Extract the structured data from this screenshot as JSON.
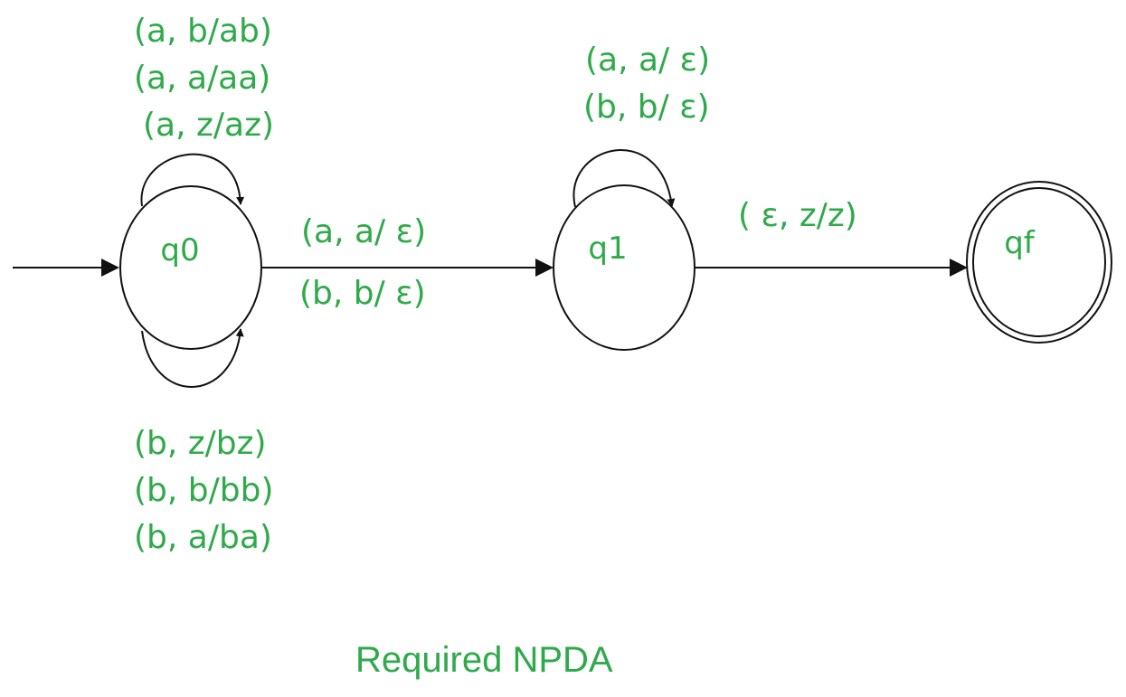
{
  "colors": {
    "label": "#2eaa4a",
    "stroke": "#111111",
    "background": "#ffffff"
  },
  "states": {
    "q0": {
      "name": "q0",
      "initial": true,
      "final": false
    },
    "q1": {
      "name": "q1",
      "initial": false,
      "final": false
    },
    "qf": {
      "name": "qf",
      "initial": false,
      "final": true
    }
  },
  "transitions": {
    "q0_loop_top": [
      "(a, b/ab)",
      "(a, a/aa)",
      "(a, z/az)"
    ],
    "q0_loop_bottom": [
      "(b, z/bz)",
      "(b, b/bb)",
      "(b, a/ba)"
    ],
    "q0_to_q1": [
      "(a, a/ ε)",
      "(b, b/ ε)"
    ],
    "q1_loop": [
      "(a, a/ ε)",
      "(b, b/ ε)"
    ],
    "q1_to_qf": [
      "( ε, z/z)"
    ]
  },
  "caption": "Required NPDA"
}
